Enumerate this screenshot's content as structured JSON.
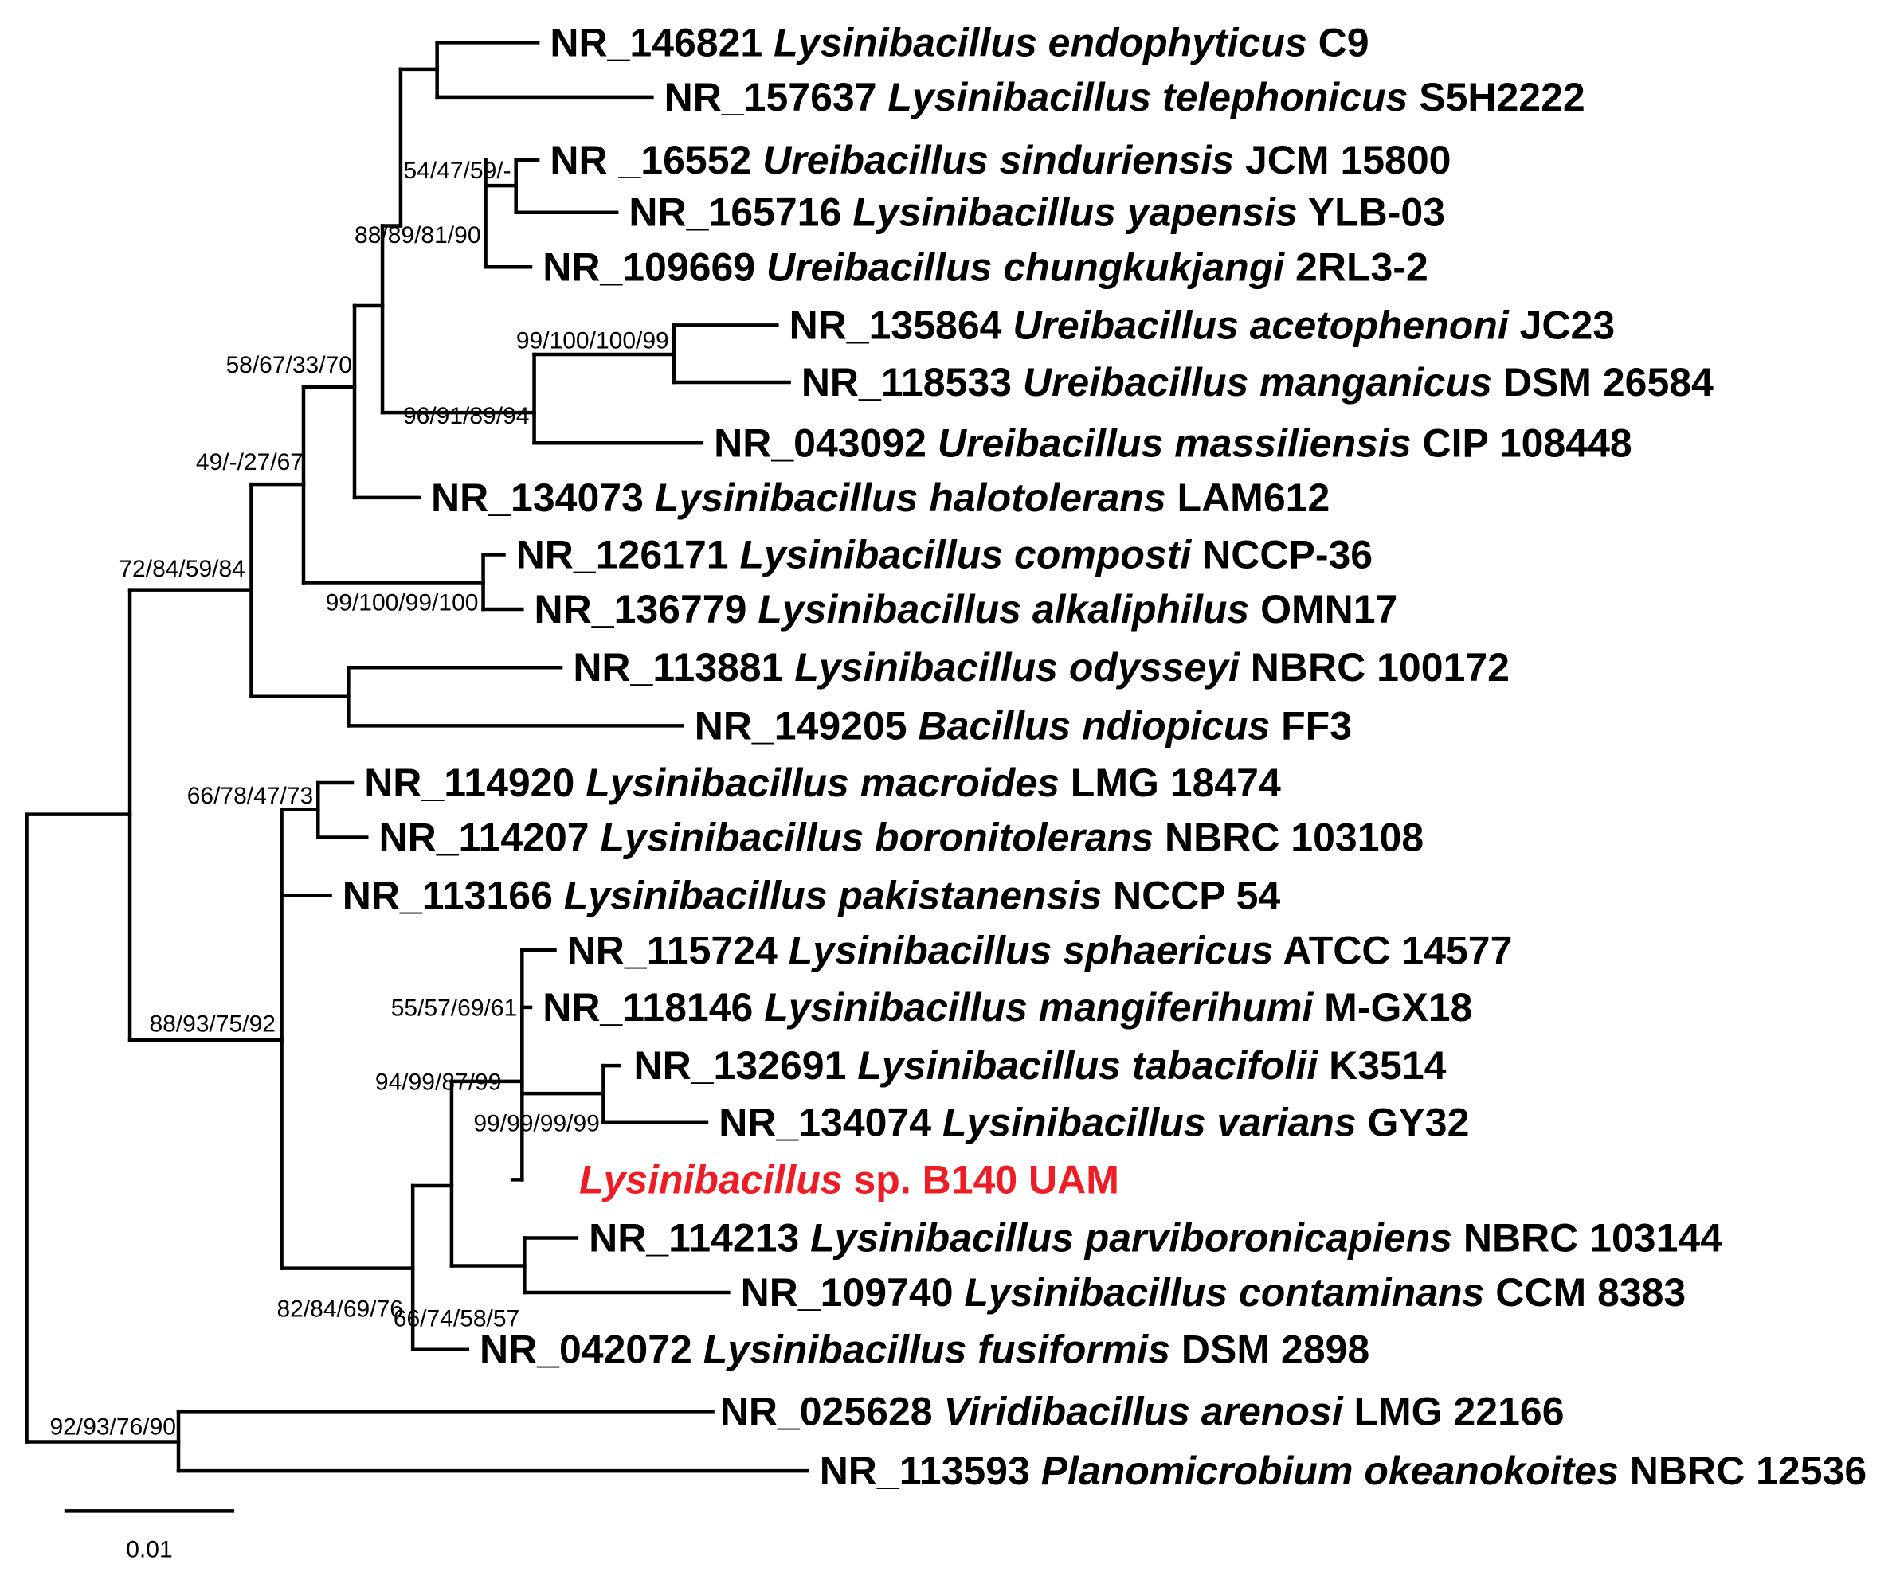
{
  "tree": {
    "line_color": "#000000",
    "highlight_color": "#ee1c25",
    "leaves": [
      {
        "acc": "NR_146821",
        "species": "Lysinibacillus endophyticus",
        "strain": "C9"
      },
      {
        "acc": "NR_157637",
        "species": "Lysinibacillus telephonicus",
        "strain": "S5H2222"
      },
      {
        "acc": "NR _16552",
        "species": "Ureibacillus sinduriensis",
        "strain": "JCM 15800"
      },
      {
        "acc": "NR_165716",
        "species": "Lysinibacillus yapensis",
        "strain": "YLB-03"
      },
      {
        "acc": "NR_109669",
        "species": "Ureibacillus chungkukjangi",
        "strain": "2RL3-2"
      },
      {
        "acc": "NR_135864",
        "species": "Ureibacillus acetophenoni",
        "strain": "JC23"
      },
      {
        "acc": "NR_118533",
        "species": "Ureibacillus manganicus",
        "strain": "DSM 26584"
      },
      {
        "acc": "NR_043092",
        "species": "Ureibacillus massiliensis",
        "strain": "CIP 108448"
      },
      {
        "acc": "NR_134073",
        "species": "Lysinibacillus halotolerans",
        "strain": "LAM612"
      },
      {
        "acc": "NR_126171",
        "species": "Lysinibacillus composti",
        "strain": "NCCP-36"
      },
      {
        "acc": "NR_136779",
        "species": "Lysinibacillus alkaliphilus",
        "strain": "OMN17"
      },
      {
        "acc": "NR_113881",
        "species": "Lysinibacillus odysseyi",
        "strain": "NBRC 100172"
      },
      {
        "acc": "NR_149205",
        "species": "Bacillus ndiopicus",
        "strain": "FF3"
      },
      {
        "acc": "NR_114920",
        "species": "Lysinibacillus macroides",
        "strain": "LMG 18474"
      },
      {
        "acc": "NR_114207",
        "species": "Lysinibacillus boronitolerans",
        "strain": "NBRC 103108"
      },
      {
        "acc": "NR_113166",
        "species": "Lysinibacillus pakistanensis",
        "strain": "NCCP 54"
      },
      {
        "acc": "NR_115724",
        "species": "Lysinibacillus sphaericus",
        "strain": "ATCC 14577"
      },
      {
        "acc": "NR_118146",
        "species": "Lysinibacillus mangiferihumi",
        "strain": "M-GX18"
      },
      {
        "acc": "NR_132691",
        "species": "Lysinibacillus tabacifolii",
        "strain": "K3514"
      },
      {
        "acc": "NR_134074",
        "species": "Lysinibacillus varians",
        "strain": "GY32"
      },
      {
        "acc": "",
        "species": "Lysinibacillus",
        "strain": "sp. B140 UAM",
        "highlight": true
      },
      {
        "acc": "NR_114213",
        "species": "Lysinibacillus parviboronicapiens",
        "strain": "NBRC 103144"
      },
      {
        "acc": "NR_109740",
        "species": "Lysinibacillus contaminans",
        "strain": "CCM 8383"
      },
      {
        "acc": "NR_042072",
        "species": "Lysinibacillus fusiformis",
        "strain": "DSM 2898"
      },
      {
        "acc": "NR_025628",
        "species": "Viridibacillus arenosi",
        "strain": "LMG 22166"
      },
      {
        "acc": "NR_113593",
        "species": "Planomicrobium okeanokoites",
        "strain": "NBRC 12536"
      }
    ],
    "bootstrap_labels": [
      "54/47/59/-",
      "88/89/81/90",
      "99/100/100/99",
      "96/91/89/94",
      "58/67/33/70",
      "49/-/27/67",
      "99/100/99/100",
      "72/84/59/84",
      "66/78/47/73",
      "55/57/69/61",
      "94/99/87/99",
      "99/99/99/99",
      "88/93/75/92",
      "82/84/69/76",
      "66/74/58/57",
      "92/93/76/90"
    ],
    "scale_bar_label": "0.01"
  }
}
